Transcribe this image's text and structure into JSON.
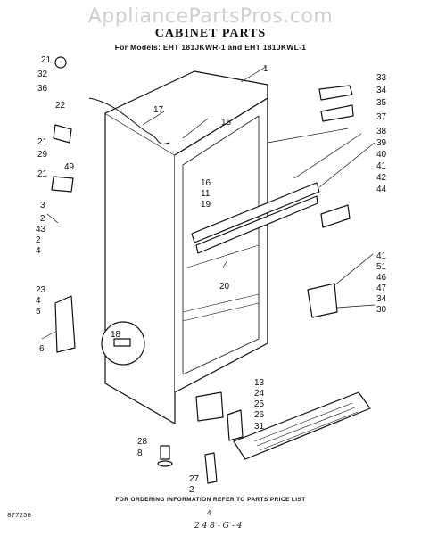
{
  "watermark": "AppliancePartsPros.com",
  "title": "CABINET PARTS",
  "subtitle": "For Models: EHT 181JKWR-1 and EHT 181JKWL-1",
  "callouts": {
    "c1": "1",
    "c2": "2",
    "c3": "3",
    "c4": "4",
    "c5": "5",
    "c6": "6",
    "c8": "8",
    "c11": "11",
    "c13": "13",
    "c15": "15",
    "c16": "16",
    "c17": "17",
    "c18": "18",
    "c19": "19",
    "c20": "20",
    "c21": "21",
    "c22": "22",
    "c23": "23",
    "c24": "24",
    "c25": "25",
    "c26": "26",
    "c27": "27",
    "c28": "28",
    "c29": "29",
    "c30": "30",
    "c31": "31",
    "c32": "32",
    "c33": "33",
    "c34": "34",
    "c35": "35",
    "c36": "36",
    "c37": "37",
    "c38": "38",
    "c39": "39",
    "c40": "40",
    "c41": "41",
    "c42": "42",
    "c43": "43",
    "c44": "44",
    "c46": "46",
    "c47": "47",
    "c49": "49",
    "c51": "51"
  },
  "footer": "FOR ORDERING INFORMATION REFER TO PARTS PRICE LIST",
  "doc_id": "877250",
  "page_number": "4",
  "handwritten_note": "2 4 8 - G - 4"
}
